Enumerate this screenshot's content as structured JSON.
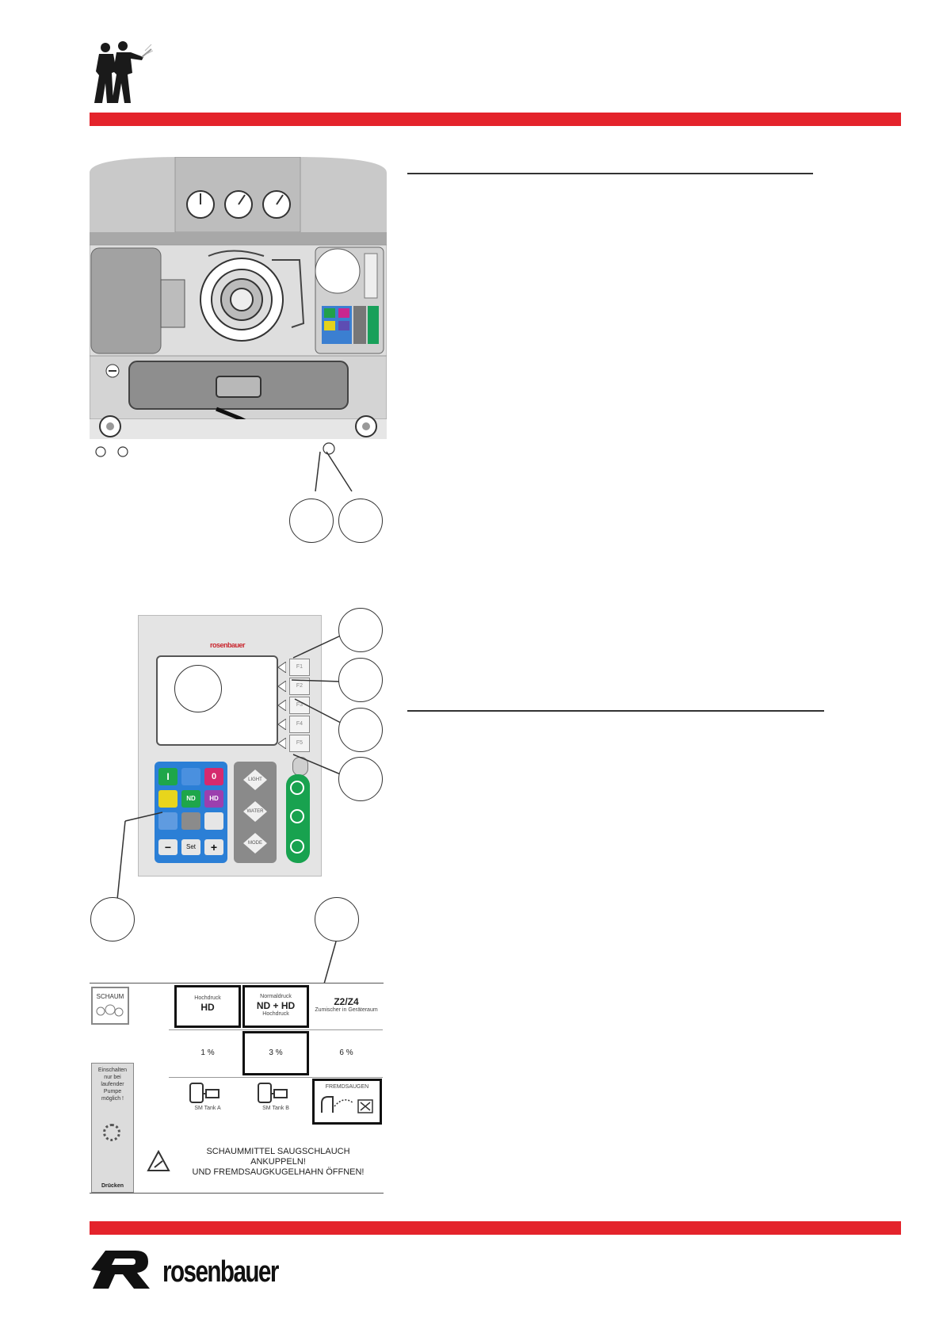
{
  "header": {
    "logo_icon": "firefighters-icon",
    "accent_color": "#e4232b"
  },
  "pump_figure": {
    "icon": "pump-unit-illustration"
  },
  "control_panel": {
    "brand_label": "rosenbauer",
    "side_keys": [
      "F1",
      "F2",
      "F3",
      "F4",
      "F5"
    ],
    "mode_keys": [
      "LIGHT",
      "WATER",
      "MODE"
    ],
    "foam_keys_row1": [
      "I",
      "",
      "0"
    ],
    "foam_keys_row2": [
      "",
      "ND",
      "HD"
    ],
    "foam_keys_row4": [
      "−",
      "Set",
      "+"
    ]
  },
  "foam_screen": {
    "logo_label": "SCHAUM",
    "hd_title": "Hochdruck",
    "hd_label": "HD",
    "ndhd_title": "Normaldruck",
    "ndhd_label": "ND + HD",
    "ndhd_sub": "Hochdruck",
    "z_label": "Z2/Z4",
    "z_sub": "Zumischer in Geräteraum",
    "pct_1": "1 %",
    "pct_3": "3 %",
    "pct_6": "6 %",
    "tank_a": "SM Tank A",
    "tank_b": "SM Tank B",
    "fremd_label": "FREMDSAUGEN",
    "side_note": "Einschalten nur bei laufender Pumpe möglich !",
    "press_label": "Drücken",
    "warning_line1": "SCHAUMMITTEL SAUGSCHLAUCH",
    "warning_line2": "ANKUPPELN!",
    "warning_line3": "UND FREMDSAUGKUGELHAHN ÖFFNEN!"
  },
  "footer": {
    "brand": "rosenbauer",
    "logo_icon": "rosenbauer-r-logo"
  }
}
